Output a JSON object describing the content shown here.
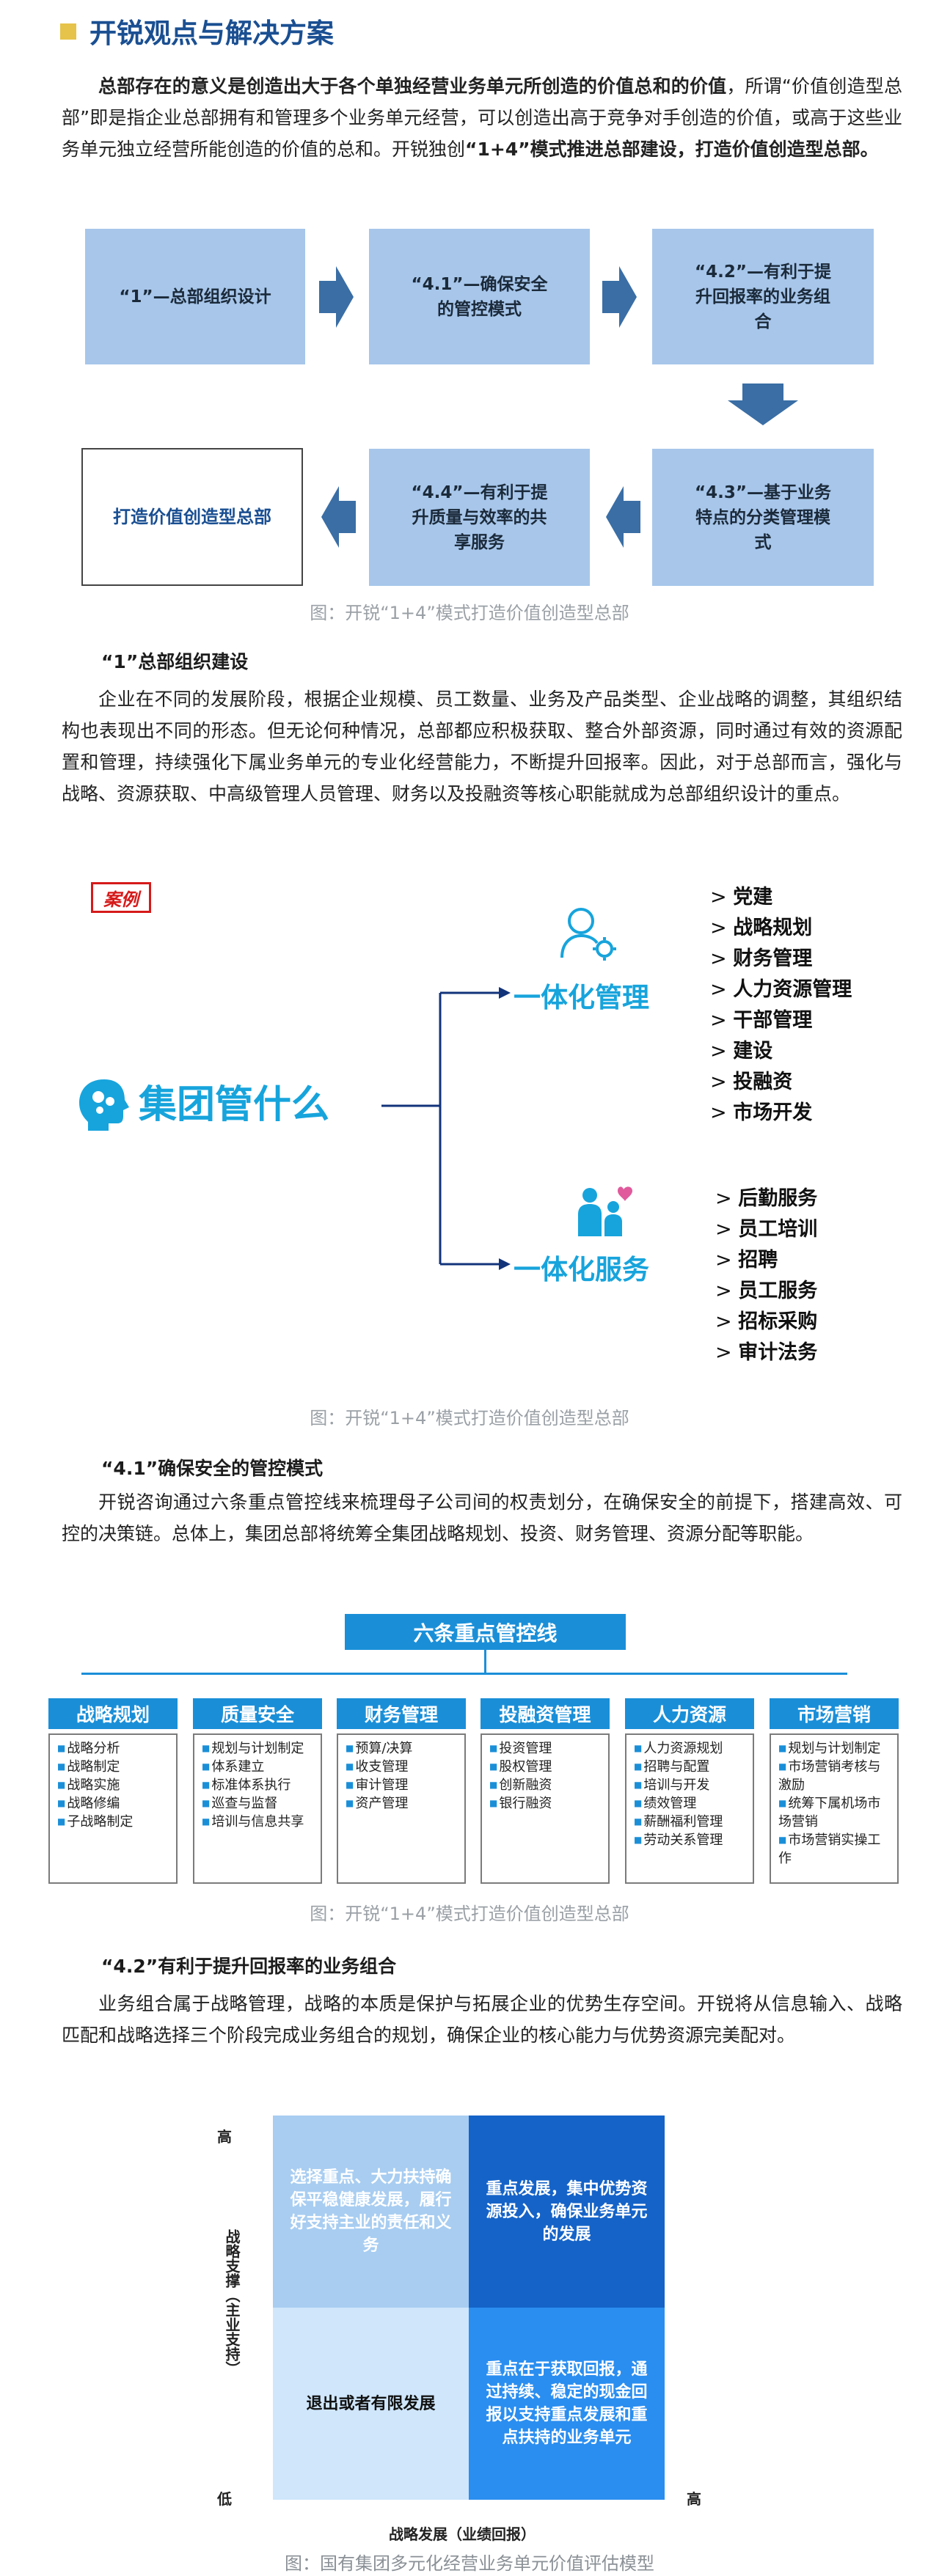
{
  "section_title": "开锐观点与解决方案",
  "intro_parts": {
    "bold_lead": "总部存在的意义是创造出大于各个单独经营业务单元所创造的价值总和的价值",
    "rest": "，所谓“价值创造型总部”即是指企业总部拥有和管理多个业务单元经营，可以创造出高于竞争对手创造的价值，或高于这些业务单元独立经营所能创造的价值的总和。开锐独创",
    "bold_tail": "“1+4”模式推进总部建设，打造价值创造型总部。"
  },
  "flow": {
    "box1": "“1”—总部组织设计",
    "box2": "“4.1”—确保安全的管控模式",
    "box3": "“4.2”—有利于提升回报率的业务组合",
    "box4": "“4.3”—基于业务特点的分类管理模式",
    "box5": "“4.4”—有利于提升质量与效率的共享服务",
    "box6": "打造价值创造型总部"
  },
  "caption1": "图：开锐“1+4”模式打造价值创造型总部",
  "sec1_title": "“1”总部组织建设",
  "sec1_text": "企业在不同的发展阶段，根据企业规模、员工数量、业务及产品类型、企业战略的调整，其组织结构也表现出不同的形态。但无论何种情况，总部都应积极获取、整合外部资源，同时通过有效的资源配置和管理，持续强化下属业务单元的专业化经营能力，不断提升回报率。因此，对于总部而言，强化与战略、资源获取、中高级管理人员管理、财务以及投融资等核心职能就成为总部组织设计的重点。",
  "case": {
    "badge": "案例",
    "center": "集团管什么",
    "branch1": "一体化管理",
    "branch1_items": [
      "党建",
      "战略规划",
      "财务管理",
      "人力资源管理",
      "干部管理",
      "建设",
      "投融资",
      "市场开发"
    ],
    "branch2": "一体化服务",
    "branch2_items": [
      "后勤服务",
      "员工培训",
      "招聘",
      "员工服务",
      "招标采购",
      "审计法务"
    ]
  },
  "caption2": "图：开锐“1+4”模式打造价值创造型总部",
  "sec2_title": "“4.1”确保安全的管控模式",
  "sec2_text": "开锐咨询通过六条重点管控线来梳理母子公司间的权责划分，在确保安全的前提下，搭建高效、可控的决策链。总体上，集团总部将统筹全集团战略规划、投资、财务管理、资源分配等职能。",
  "control": {
    "title": "六条重点管控线",
    "lines": [
      {
        "name": "战略规划",
        "items": [
          "战略分析",
          "战略制定",
          "战略实施",
          "战略修编",
          "子战略制定"
        ]
      },
      {
        "name": "质量安全",
        "items": [
          "规划与计划制定",
          "体系建立",
          "标准体系执行",
          "巡查与监督",
          "培训与信息共享"
        ]
      },
      {
        "name": "财务管理",
        "items": [
          "预算/决算",
          "收支管理",
          "审计管理",
          "资产管理"
        ]
      },
      {
        "name": "投融资管理",
        "items": [
          "投资管理",
          "股权管理",
          "创新融资",
          "银行融资"
        ]
      },
      {
        "name": "人力资源",
        "items": [
          "人力资源规划",
          "招聘与配置",
          "培训与开发",
          "绩效管理",
          "薪酬福利管理",
          "劳动关系管理"
        ]
      },
      {
        "name": "市场营销",
        "items": [
          "规划与计划制定",
          "市场营销考核与激励",
          "统筹下属机场市场营销",
          "市场营销实操工作"
        ]
      }
    ]
  },
  "caption3": "图：开锐“1+4”模式打造价值创造型总部",
  "sec3_title": "“4.2”有利于提升回报率的业务组合",
  "sec3_text": "业务组合属于战略管理，战略的本质是保护与拓展企业的优势生存空间。开锐将从信息输入、战略匹配和战略选择三个阶段完成业务组合的规划，确保企业的核心能力与优势资源完美配对。",
  "matrix": {
    "y_high": "高",
    "y_low": "低",
    "x_high": "高",
    "y_label": "战略支撑（主业支持）",
    "x_label": "战略发展（业绩回报）",
    "q_tl": "选择重点、大力扶持确保平稳健康发展，履行好支持主业的责任和义务",
    "q_tr": "重点发展，集中优势资源投入，确保业务单元的发展",
    "q_bl": "退出或者有限发展",
    "q_br": "重点在于获取回报，通过持续、稳定的现金回报以支持重点发展和重点扶持的业务单元"
  },
  "caption4": "图：国有集团多元化经营业务单元价值评估模型",
  "colors": {
    "brand": "#1a4f92",
    "box": "#a7c6ea",
    "accent": "#1a8fd8",
    "arrow": "#3a6ea5",
    "mark": "#e6c34a"
  }
}
